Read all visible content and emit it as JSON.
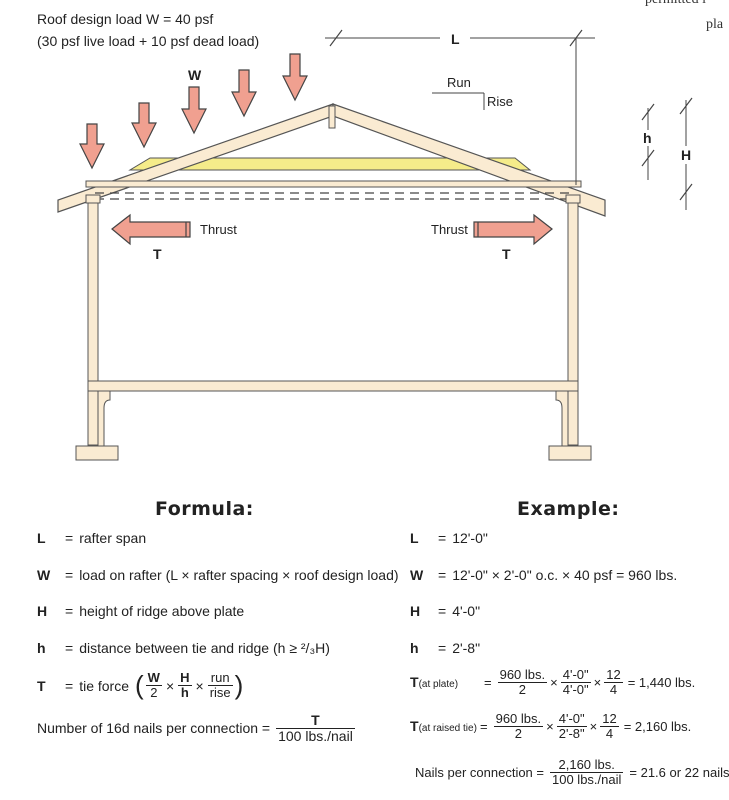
{
  "corner_text": {
    "line1": "permitted i",
    "line2": "pla"
  },
  "diagram": {
    "load_line1": "Roof design load W = 40 psf",
    "load_line2": "(30 psf live load + 10 psf dead load)",
    "w_label": "W",
    "l_label": "L",
    "run_label": "Run",
    "rise_label": "Rise",
    "h_small": "h",
    "h_big": "H",
    "thrust_left": "Thrust",
    "thrust_right": "Thrust",
    "t_left": "T",
    "t_right": "T"
  },
  "formula": {
    "heading": "Formula:",
    "rows": [
      {
        "sym": "L",
        "text": "rafter span"
      },
      {
        "sym": "W",
        "text": "load on rafter (L × rafter spacing × roof design load)"
      },
      {
        "sym": "H",
        "text": "height of ridge above plate"
      },
      {
        "sym": "h",
        "text": "distance between tie and ridge (h ≥ ²/₃H)"
      }
    ],
    "tie_force": {
      "sym": "T",
      "text": "tie force",
      "f1_num": "W",
      "f1_den": "2",
      "f2_num": "H",
      "f2_den": "h",
      "f3_num": "run",
      "f3_den": "rise"
    },
    "nails": {
      "text": "Number of 16d nails per connection =",
      "num": "T",
      "den": "100 lbs./nail"
    }
  },
  "example": {
    "heading": "Example:",
    "rows": [
      {
        "sym": "L",
        "text": "12'-0\""
      },
      {
        "sym": "W",
        "text": "12'-0\" × 2'-0\" o.c. × 40 psf = 960 lbs."
      },
      {
        "sym": "H",
        "text": "4'-0\""
      },
      {
        "sym": "h",
        "text": "2'-8\""
      }
    ],
    "t_plate": {
      "sym": "T",
      "sub": "(at plate)",
      "f1_num": "960 lbs.",
      "f1_den": "2",
      "f2_num": "4'-0\"",
      "f2_den": "4'-0\"",
      "f3_num": "12",
      "f3_den": "4",
      "result": "= 1,440 lbs."
    },
    "t_raised": {
      "sym": "T",
      "sub": "(at raised tie)",
      "f1_num": "960 lbs.",
      "f1_den": "2",
      "f2_num": "4'-0\"",
      "f2_den": "2'-8\"",
      "f3_num": "12",
      "f3_den": "4",
      "result": "= 2,160 lbs."
    },
    "nails": {
      "label": "Nails per connection =",
      "num": "2,160 lbs.",
      "den": "100 lbs./nail",
      "result": "= 21.6 or 22 nails"
    }
  },
  "colors": {
    "arrow_fill": "#f0a090",
    "frame_fill": "#faebd2",
    "tie_fill": "#f5ec8a"
  }
}
